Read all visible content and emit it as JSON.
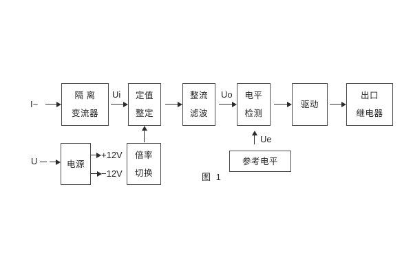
{
  "figure": {
    "caption": "图 1"
  },
  "labels": {
    "input_current": "I~",
    "input_voltage": "U",
    "ui": "Ui",
    "uo": "Uo",
    "ue": "Ue",
    "plus_12v": "+12V",
    "minus_12v": "−12V"
  },
  "blocks": {
    "isolation_transformer": {
      "line1": "隔 离",
      "line2": "变流器"
    },
    "setting_adjustment": {
      "line1": "定值",
      "line2": "整定"
    },
    "rectifier_filter": {
      "line1": "整流",
      "line2": "滤波"
    },
    "level_detection": {
      "line1": "电平",
      "line2": "检测"
    },
    "driver": {
      "line1": "驱动"
    },
    "output_relay": {
      "line1": "出口",
      "line2": "继电器"
    },
    "power_supply": {
      "line1": "电源"
    },
    "ratio_switch": {
      "line1": "倍率",
      "line2": "切换"
    },
    "reference_level": {
      "line1": "参考电平"
    }
  },
  "colors": {
    "background": "#ffffff",
    "box_border": "#4a4a4a",
    "text": "#262626",
    "line": "#2b2b2b"
  }
}
